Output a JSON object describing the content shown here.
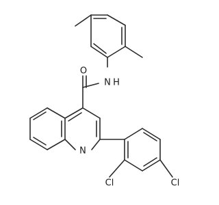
{
  "molecule": {
    "atom_labels": {
      "oxygen": "O",
      "amide_nitrogen": "N",
      "amide_hydrogen": "H",
      "ring_nitrogen": "N",
      "chlorine_ortho": "Cl",
      "chlorine_para": "Cl"
    },
    "colors": {
      "bond": "#2a2a2a",
      "label": "#1a1a1a",
      "background": "#ffffff"
    }
  }
}
